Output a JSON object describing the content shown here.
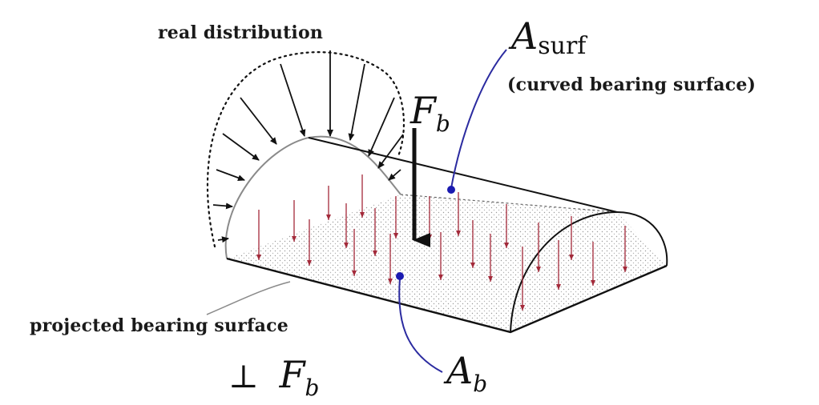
{
  "labels": {
    "real_distribution": "real distribution",
    "curved_surface_note": "(curved bearing surface)",
    "projected_surface": "projected bearing surface"
  },
  "symbols": {
    "asurf_main": "A",
    "asurf_sub": "surf",
    "fb_main": "F",
    "fb_sub": "b",
    "ab_main": "A",
    "ab_sub": "b",
    "perp": "⊥",
    "perp_f_main": "F",
    "perp_f_sub": "b"
  },
  "colors": {
    "outline": "#111111",
    "uniform_arrow": "#a32a3a",
    "leader_blue": "#2b2ba0",
    "leader_gray": "#8a8a8a",
    "stipple": "#9a9a9a"
  }
}
